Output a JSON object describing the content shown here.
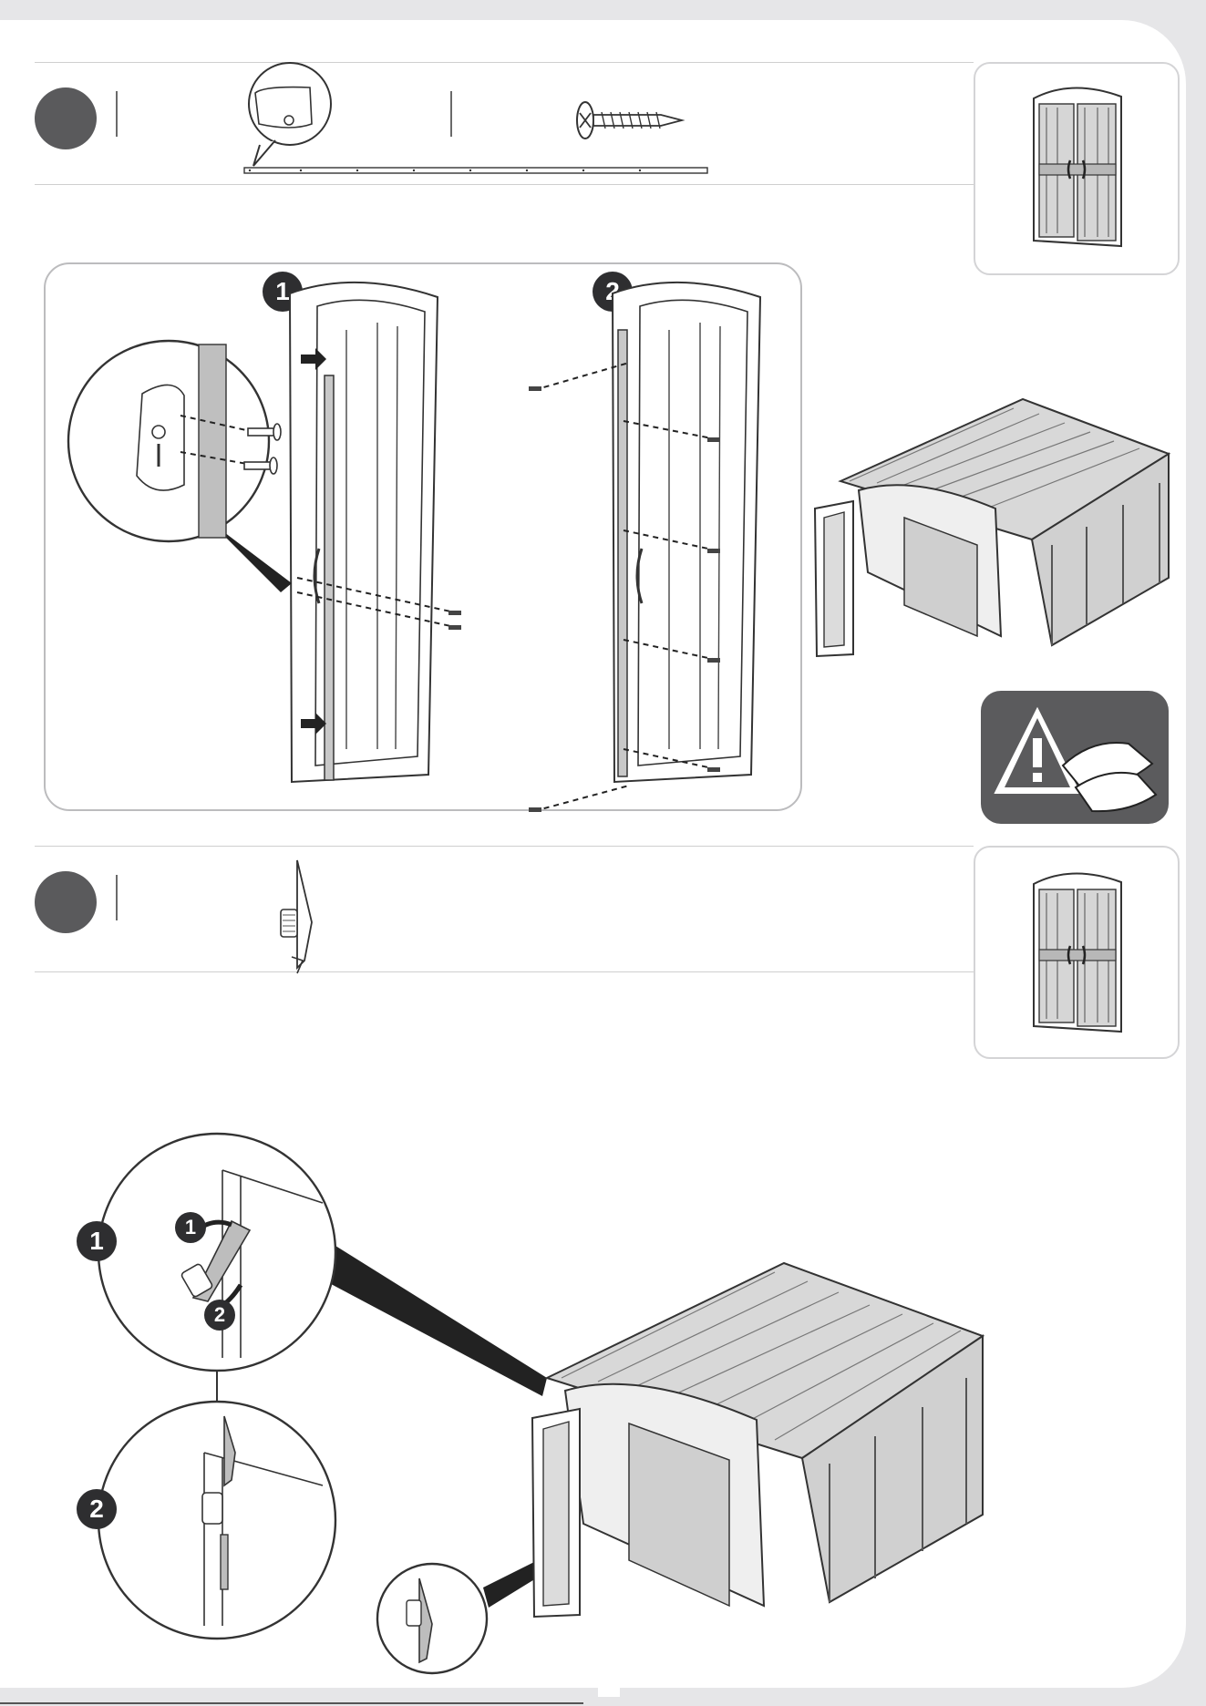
{
  "steps": [
    {
      "circle_icon": "step-circle",
      "parts": [
        "connector-strip-part",
        "screw-part"
      ]
    },
    {
      "circle_icon": "step-circle",
      "parts": [
        "door-latch-part"
      ]
    }
  ],
  "substep_labels": [
    "1",
    "2"
  ],
  "colors": {
    "step_circle": "#5a5a5c",
    "warning_panel": "#5b5b5d",
    "page_background": "#ffffff",
    "outer_background": "#e6e6e8"
  },
  "icons": {
    "warning": "warning-gloves-icon",
    "door_thumb": "double-door-thumbnail-icon",
    "shed": "shed-illustration-icon"
  },
  "footer_text": ""
}
